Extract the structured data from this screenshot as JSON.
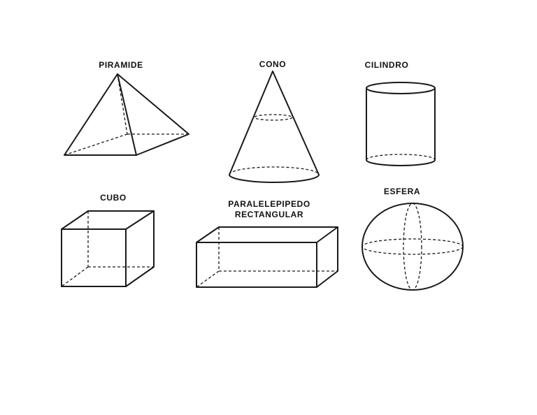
{
  "shapes": {
    "piramide": {
      "label": "PIRAMIDE"
    },
    "cono": {
      "label": "CONO"
    },
    "cilindro": {
      "label": "CILINDRO"
    },
    "cubo": {
      "label": "CUBO"
    },
    "paralelepipedo": {
      "label_line1": "PARALELEPIPEDO",
      "label_line2": "RECTANGULAR"
    },
    "esfera": {
      "label": "ESFERA"
    }
  }
}
